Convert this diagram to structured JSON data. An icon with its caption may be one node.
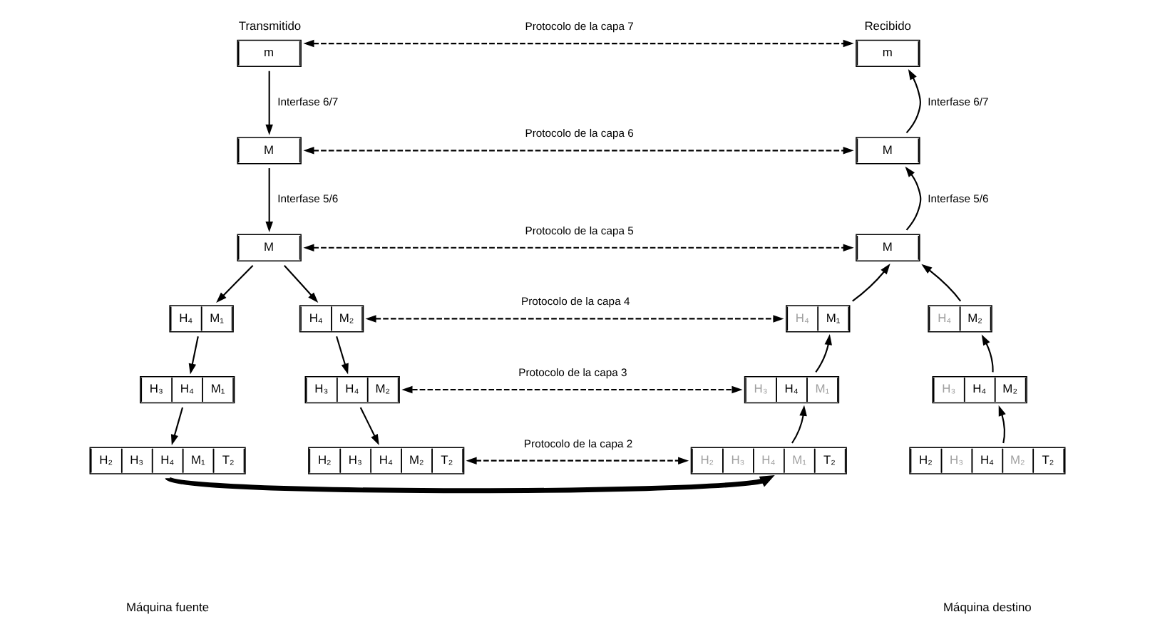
{
  "diagram": {
    "nodes": [
      {
        "text": [
          "m"
        ],
        "beside": [
          "Transmitido"
        ]
      },
      {
        "text": [
          "M"
        ]
      },
      {
        "text": [
          "M"
        ]
      },
      {
        "text": [
          "m"
        ],
        "beside": [
          "Recibido"
        ]
      },
      {
        "text": [
          "M"
        ]
      },
      {
        "text": [
          "M"
        ]
      },
      {
        "text": [
          "H₄",
          "M₁"
        ]
      },
      {
        "text": [
          "H₃",
          "H₄",
          "M₁"
        ]
      },
      {
        "text": [
          "H₂",
          "H₃",
          "H₄",
          "M₁",
          "T₂"
        ]
      },
      {
        "text": [
          "H₄",
          "M₂"
        ]
      },
      {
        "text": [
          "H₃",
          "H₄",
          "M₂"
        ]
      },
      {
        "text": [
          "H₂",
          "H₃",
          "H₄",
          "M₂",
          "T₂"
        ]
      },
      {
        "text": [
          "H₄",
          "M₁"
        ]
      },
      {
        "text": [
          "H₃",
          "H₄",
          "M₁"
        ]
      },
      {
        "text": [
          "H₂",
          "H₃",
          "H₄",
          "M₁",
          "T₂"
        ]
      },
      {
        "text": [
          "H₄",
          "M₂"
        ]
      },
      {
        "text": [
          "H₃",
          "H₄",
          "M₂"
        ]
      },
      {
        "text": [
          "H₂",
          "H₃",
          "H₄",
          "M₂",
          "T₂"
        ]
      }
    ],
    "edges": [
      {
        "from": 0,
        "to": 3,
        "arrow": "both",
        "style": "dashed",
        "label": "Protocolo de la capa 7"
      },
      {
        "from": 0,
        "to": 1,
        "arrow": "to",
        "label": "Interfase 6/7"
      },
      {
        "from": 4,
        "to": 3,
        "arrow": "to",
        "label": "Interfase 6/7"
      },
      {
        "from": 1,
        "to": 4,
        "arrow": "both",
        "style": "dashed",
        "label": "Protocolo de la capa 6"
      },
      {
        "from": 1,
        "to": 2,
        "arrow": "to",
        "label": "Interfase 5/6"
      },
      {
        "from": 5,
        "to": 4,
        "arrow": "to",
        "label": "Interfase 5/6"
      },
      {
        "from": 2,
        "to": 5,
        "arrow": "both",
        "style": "dashed",
        "label": "Protocolo de la capa 5"
      },
      {
        "from": 2,
        "to": 6,
        "arrow": "to"
      },
      {
        "from": 2,
        "to": 9,
        "arrow": "to"
      },
      {
        "from": 12,
        "to": 5,
        "arrow": "to"
      },
      {
        "from": 15,
        "to": 5,
        "arrow": "to"
      },
      {
        "from": 9,
        "to": 12,
        "arrow": "both",
        "style": "dashed",
        "label": "Protocolo de la capa 4"
      },
      {
        "from": 6,
        "to": 7,
        "arrow": "to"
      },
      {
        "from": 9,
        "to": 10,
        "arrow": "to"
      },
      {
        "from": 13,
        "to": 12,
        "arrow": "to"
      },
      {
        "from": 16,
        "to": 15,
        "arrow": "to"
      },
      {
        "from": 10,
        "to": 13,
        "arrow": "both",
        "style": "dashed",
        "label": "Protocolo de la capa 3"
      },
      {
        "from": 7,
        "to": 8,
        "arrow": "to"
      },
      {
        "from": 10,
        "to": 11,
        "arrow": "to"
      },
      {
        "from": 14,
        "to": 13,
        "arrow": "to"
      },
      {
        "from": 17,
        "to": 16,
        "arrow": "to"
      },
      {
        "from": 11,
        "to": 14,
        "arrow": "both",
        "style": "dashed",
        "label": "Protocolo de la capa 2"
      },
      {
        "from": 8,
        "to": 14,
        "arrow": "to",
        "style": "thick"
      }
    ],
    "labels": [
      "Máquina fuente",
      "Máquina destino"
    ]
  }
}
